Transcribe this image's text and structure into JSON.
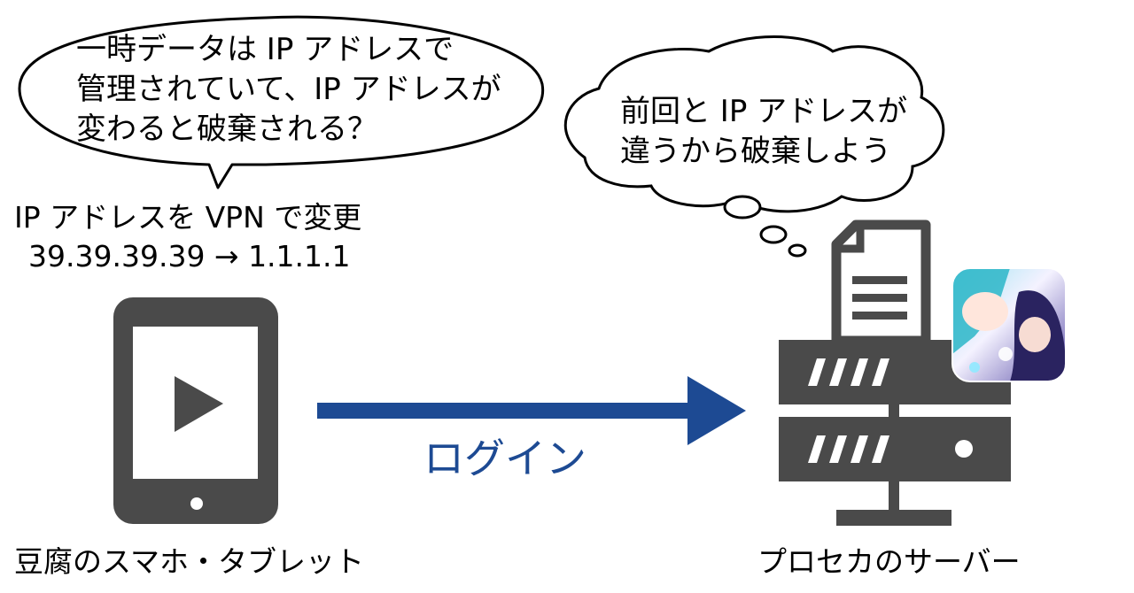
{
  "speech_bubble": {
    "lines": [
      "一時データは IP アドレスで",
      "管理されていて、IP アドレスが",
      "変わると破棄される？"
    ]
  },
  "thought_bubble": {
    "lines": [
      "前回と IP アドレスが",
      "違うから破棄しよう"
    ]
  },
  "ip_change": {
    "line1": "IP アドレスを VPN で変更",
    "line2": "39.39.39.39 → 1.1.1.1"
  },
  "arrow": {
    "label": "ログイン",
    "color": "#1d4a93"
  },
  "tablet": {
    "label": "豆腐のスマホ・タブレット",
    "icon": "tablet-play-icon"
  },
  "server": {
    "label": "プロセカのサーバー",
    "icon": "server-icon",
    "document_icon": "document-icon",
    "app_icon": "app-icon"
  },
  "colors": {
    "icon_gray": "#4a4a4a",
    "arrow_blue": "#1d4a93"
  }
}
